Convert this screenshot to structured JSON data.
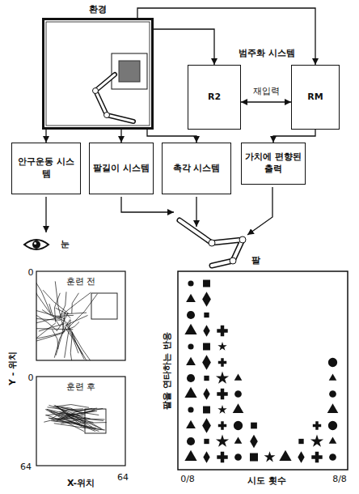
{
  "diagram": {
    "nodes": [
      {
        "text": [
          "환경"
        ]
      },
      {
        "text": [
          "R2"
        ]
      },
      {
        "text": [
          "RM"
        ]
      },
      {
        "text": [
          "안구운동 시스템"
        ]
      },
      {
        "text": [
          "팔길이 시스템"
        ]
      },
      {
        "text": [
          "촉각 시스템"
        ]
      },
      {
        "text": [
          "가치에 편향된 출력"
        ]
      }
    ],
    "edges": [
      {
        "from": 0,
        "to": 1,
        "arrow": "to"
      },
      {
        "from": 0,
        "to": 2,
        "arrow": "to"
      },
      {
        "from": 1,
        "to": 2,
        "label": "재입력",
        "arrow": "both"
      },
      {
        "from": 0,
        "to": 3,
        "arrow": "to"
      },
      {
        "from": 0,
        "to": 4,
        "arrow": "to"
      },
      {
        "from": 0,
        "to": 5,
        "arrow": "to"
      },
      {
        "from": 2,
        "to": 6,
        "arrow": "to"
      }
    ],
    "labels": [
      "범주화 시스템",
      "눈",
      "팔",
      "훈련 전",
      "훈련 후",
      "Y - 위치",
      "0",
      "0",
      "64",
      "X-위치",
      "64",
      "팔을 연타하는 반응",
      "0/8",
      "시도 횟수",
      "8/8"
    ]
  }
}
